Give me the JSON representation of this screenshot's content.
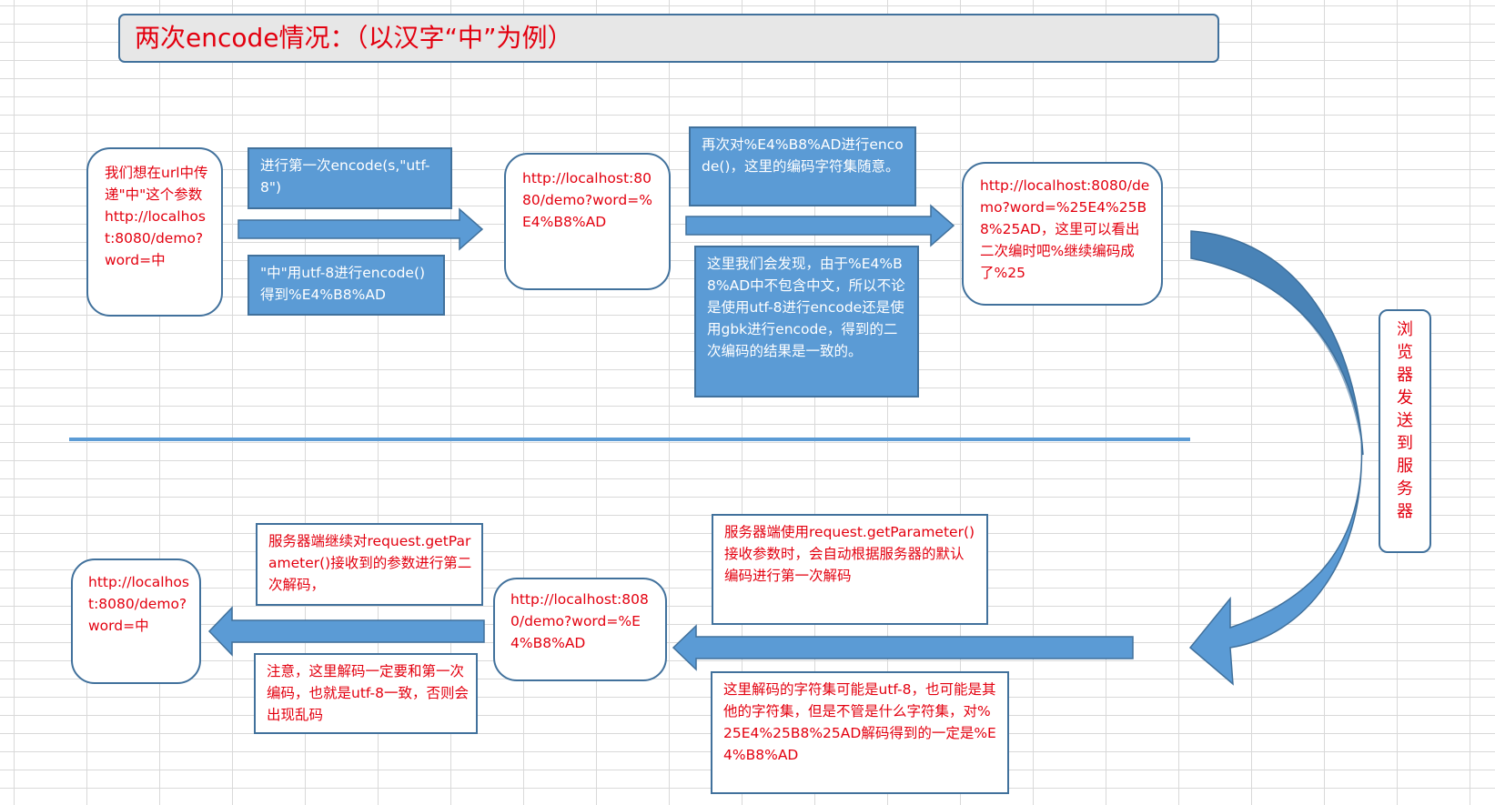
{
  "title": "两次encode情况：（以汉字“中”为例）",
  "top_row": {
    "start_note": "我们想在url中传递\"中\"这个参数http://localhost:8080/demo?word=中",
    "first_encode_label": "进行第一次encode(s,\"utf-8\")",
    "first_encode_result": "\"中\"用utf-8进行encode()得到%E4%B8%AD",
    "url_after_first": "http://localhost:8080/demo?word=%E4%B8%AD",
    "second_encode_label": "再次对%E4%B8%AD进行encode()，这里的编码字符集随意。",
    "second_encode_note": "这里我们会发现，由于%E4%B8%AD中不包含中文，所以不论是使用utf-8进行encode还是使用gbk进行encode，得到的二次编码的结果是一致的。",
    "url_after_second": "http://localhost:8080/demo?word=%25E4%25B8%25AD，这里可以看出二次编时吧%继续编码成了%25"
  },
  "browser_send": [
    "浏",
    "览",
    "器",
    "发",
    "送",
    "到",
    "服",
    "务",
    "器"
  ],
  "bottom_row": {
    "server_first_decode": "服务器端使用request.getParameter()接收参数时，会自动根据服务器的默认编码进行第一次解码",
    "first_decode_note": "这里解码的字符集可能是utf-8，也可能是其他的字符集，但是不管是什么字符集，对%25E4%25B8%25AD解码得到的一定是%E4%B8%AD",
    "url_after_first_decode": "http://localhost:8080/demo?word=%E4%B8%AD",
    "server_second_decode": "服务器端继续对request.getParameter()接收到的参数进行第二次解码，",
    "second_decode_note": "注意，这里解码一定要和第一次编码，也就是utf-8一致，否则会出现乱码",
    "final_url": "http://localhost:8080/demo?word=中"
  },
  "colors": {
    "arrow_fill": "#5b9bd5",
    "arrow_dark": "#41719c",
    "text_red": "#e3000f",
    "border": "#41719c"
  }
}
